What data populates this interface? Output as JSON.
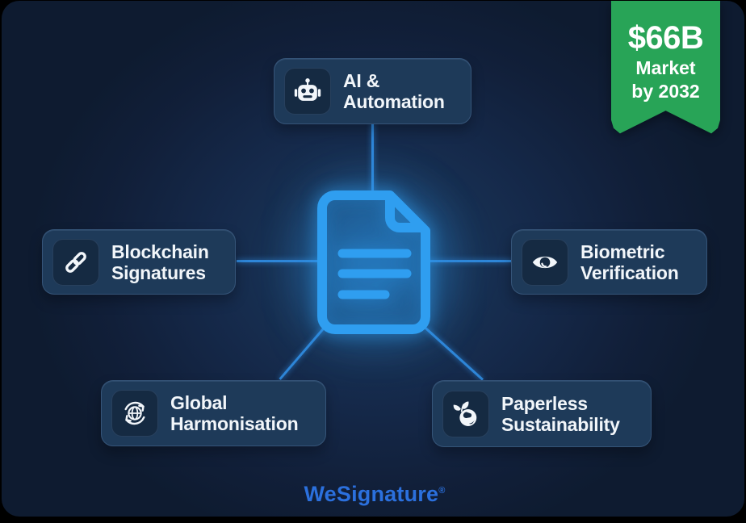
{
  "badge": {
    "value": "$66B",
    "line2": "Market",
    "line3": "by 2032"
  },
  "center": {
    "icon": "document-icon"
  },
  "nodes": [
    {
      "label": "AI & Automation",
      "icon": "robot-icon"
    },
    {
      "label": "Blockchain Signatures",
      "icon": "chain-link-icon"
    },
    {
      "label": "Biometric Verification",
      "icon": "eye-icon"
    },
    {
      "label": "Global Harmonisation",
      "icon": "globe-sync-icon"
    },
    {
      "label": "Paperless Sustainability",
      "icon": "earth-leaf-icon"
    }
  ],
  "logo": {
    "text": "WeSignature",
    "trademark": "®"
  },
  "colors": {
    "background": "#111F39",
    "card": "#1E3A59",
    "icon_tile": "#152A42",
    "accent_blue": "#2F9EF0",
    "line_blue": "#2E86D8",
    "badge_green": "#28A457",
    "logo_blue": "#2B70DD",
    "text": "#F2F6FA"
  }
}
